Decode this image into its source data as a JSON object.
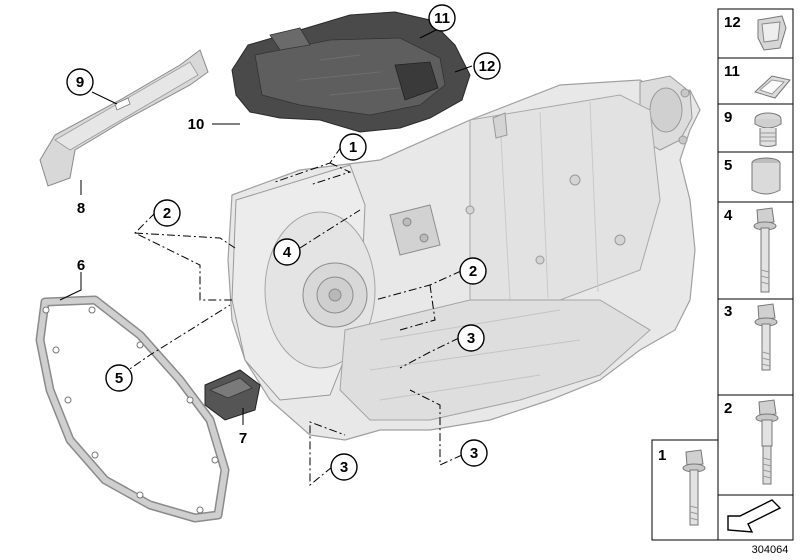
{
  "callouts": {
    "c1": "1",
    "c2a": "2",
    "c2b": "2",
    "c3a": "3",
    "c3b": "3",
    "c3c": "3",
    "c4": "4",
    "c5": "5",
    "c6": "6",
    "c7": "7",
    "c8": "8",
    "c9": "9",
    "c10": "10",
    "c11": "11",
    "c12": "12"
  },
  "panels": [
    {
      "label": "12",
      "part": "clip"
    },
    {
      "label": "11",
      "part": "plate"
    },
    {
      "label": "9",
      "part": "plug"
    },
    {
      "label": "5",
      "part": "sleeve"
    },
    {
      "label": "4",
      "part": "bolt-long"
    },
    {
      "label": "3",
      "part": "bolt-medium"
    },
    {
      "label": "2",
      "part": "bolt-stud"
    },
    {
      "label": "1",
      "part": "bolt-short"
    }
  ],
  "reference_number": "304064",
  "colors": {
    "housing": "#e8e8e8",
    "housing_stroke": "#9a9a9a",
    "shield": "#4a4a4a",
    "gasket": "#c8c8c8",
    "line": "#000000"
  }
}
